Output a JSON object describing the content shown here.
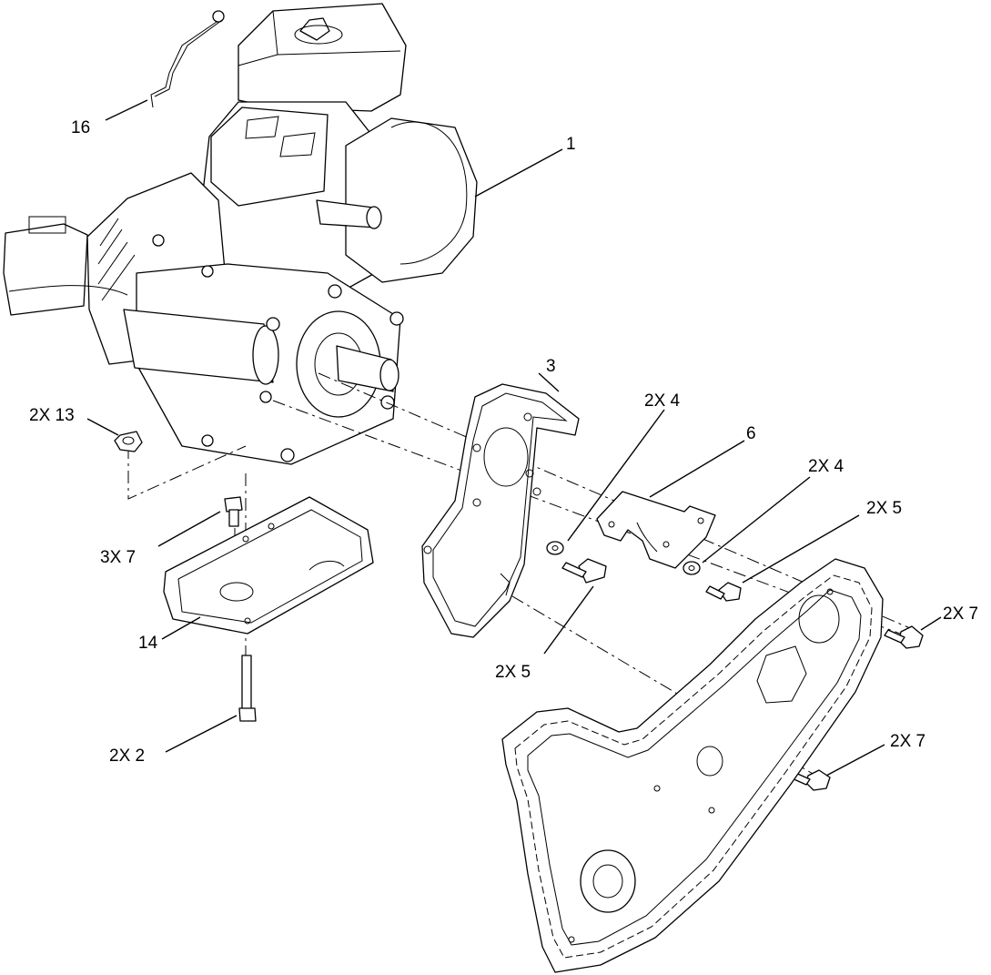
{
  "callouts": {
    "c16": "16",
    "c1": "1",
    "c3": "3",
    "c2x4a": "2X  4",
    "c6": "6",
    "c2x4b": "2X  4",
    "c2x5a": "2X  5",
    "c2x13": "2X  13",
    "c3x7": "3X  7",
    "c14": "14",
    "c2x5b": "2X  5",
    "c2x7a": "2X  7",
    "c2x2": "2X  2",
    "c2x7b": "2X  7"
  }
}
